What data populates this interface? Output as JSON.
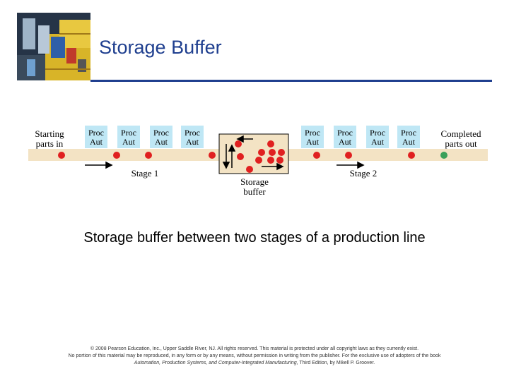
{
  "slide": {
    "title": "Storage Buffer",
    "caption": "Storage buffer between two stages of a production line"
  },
  "diagram": {
    "input_label_1": "Starting",
    "input_label_2": "parts in",
    "output_label_1": "Completed",
    "output_label_2": "parts out",
    "stage1_label": "Stage 1",
    "stage2_label": "Stage 2",
    "buffer_label_1": "Storage",
    "buffer_label_2": "buffer",
    "station_label_1": "Proc",
    "station_label_2": "Aut",
    "colors": {
      "station": "#bfe7f5",
      "conveyor": "#f3e3c4",
      "part": "#e02020",
      "completed_part": "#3aa05a",
      "text": "#000000"
    }
  },
  "footer": {
    "line1": "© 2008 Pearson Education, Inc., Upper Saddle River, NJ. All rights reserved. This material is protected under all copyright laws as they currently exist.",
    "line2": "No portion of this material may be reproduced, in any form or by any means, without permission in writing from the publisher. For the exclusive use of adopters of the book",
    "line3_book": "Automation, Production Systems, and Computer-Integrated Manufacturing",
    "line3_rest": ", Third Edition, by Mikell P. Groover."
  }
}
